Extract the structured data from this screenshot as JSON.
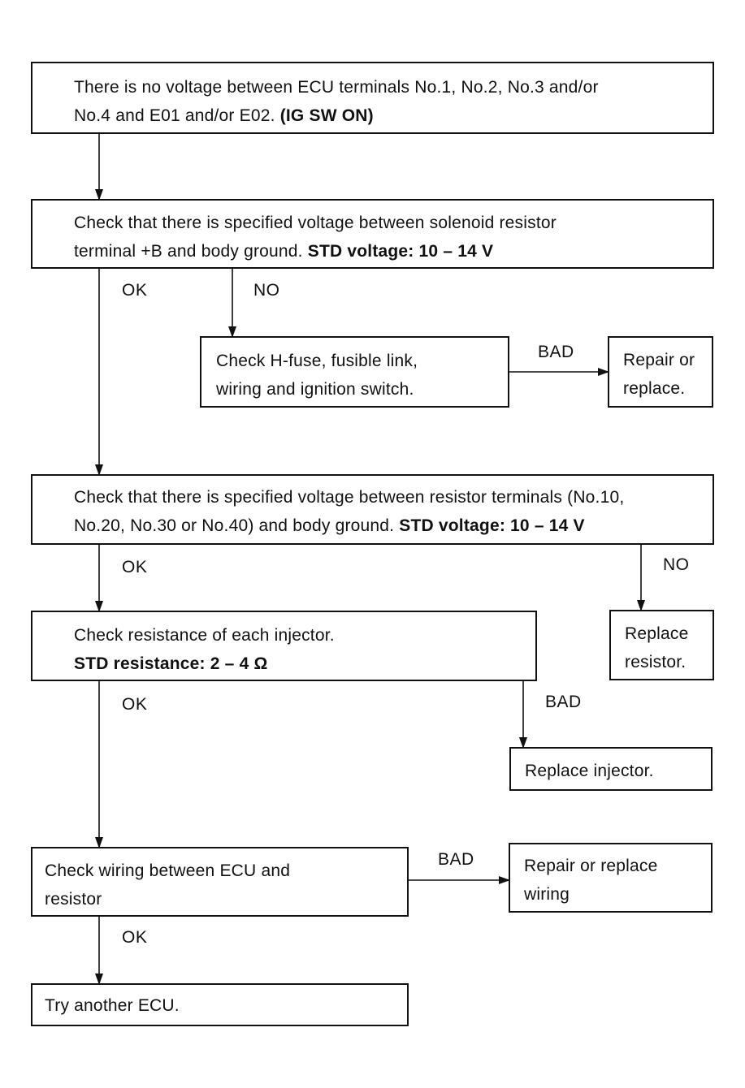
{
  "nodes": {
    "b1": {
      "line1": "There is no voltage between ECU terminals No.1, No.2, No.3 and/or",
      "line2": "No.4 and E01 and/or E02.",
      "line2_bold": "(IG SW ON)"
    },
    "b2": {
      "line1": "Check that there is specified voltage between solenoid resistor",
      "line2": "terminal +B and body ground.",
      "line2_bold": "STD voltage:   10 – 14 V"
    },
    "b3": {
      "line1": "Check H-fuse, fusible link,",
      "line2": "wiring and ignition switch."
    },
    "b4": {
      "line1": "Repair or",
      "line2": "replace."
    },
    "b5": {
      "line1": "Check that there is specified voltage between resistor terminals (No.10,",
      "line2": "No.20, No.30 or No.40) and body ground.",
      "line2_bold": "STD voltage: 10 – 14 V"
    },
    "b6": {
      "line1": "Check resistance of each injector.",
      "line2_bold": "STD resistance:   2 – 4 Ω"
    },
    "b7": {
      "line1": "Replace",
      "line2": "resistor."
    },
    "b8": {
      "line1": "Replace injector."
    },
    "b9": {
      "line1": "Check wiring between ECU and",
      "line2": "resistor"
    },
    "b10": {
      "line1": "Repair or replace",
      "line2": "wiring"
    },
    "b11": {
      "line1": "Try another ECU."
    }
  },
  "labels": {
    "ok1": "OK",
    "no1": "NO",
    "bad1": "BAD",
    "ok2": "OK",
    "no2": "NO",
    "ok3": "OK",
    "bad2": "BAD",
    "bad3": "BAD",
    "ok4": "OK"
  }
}
